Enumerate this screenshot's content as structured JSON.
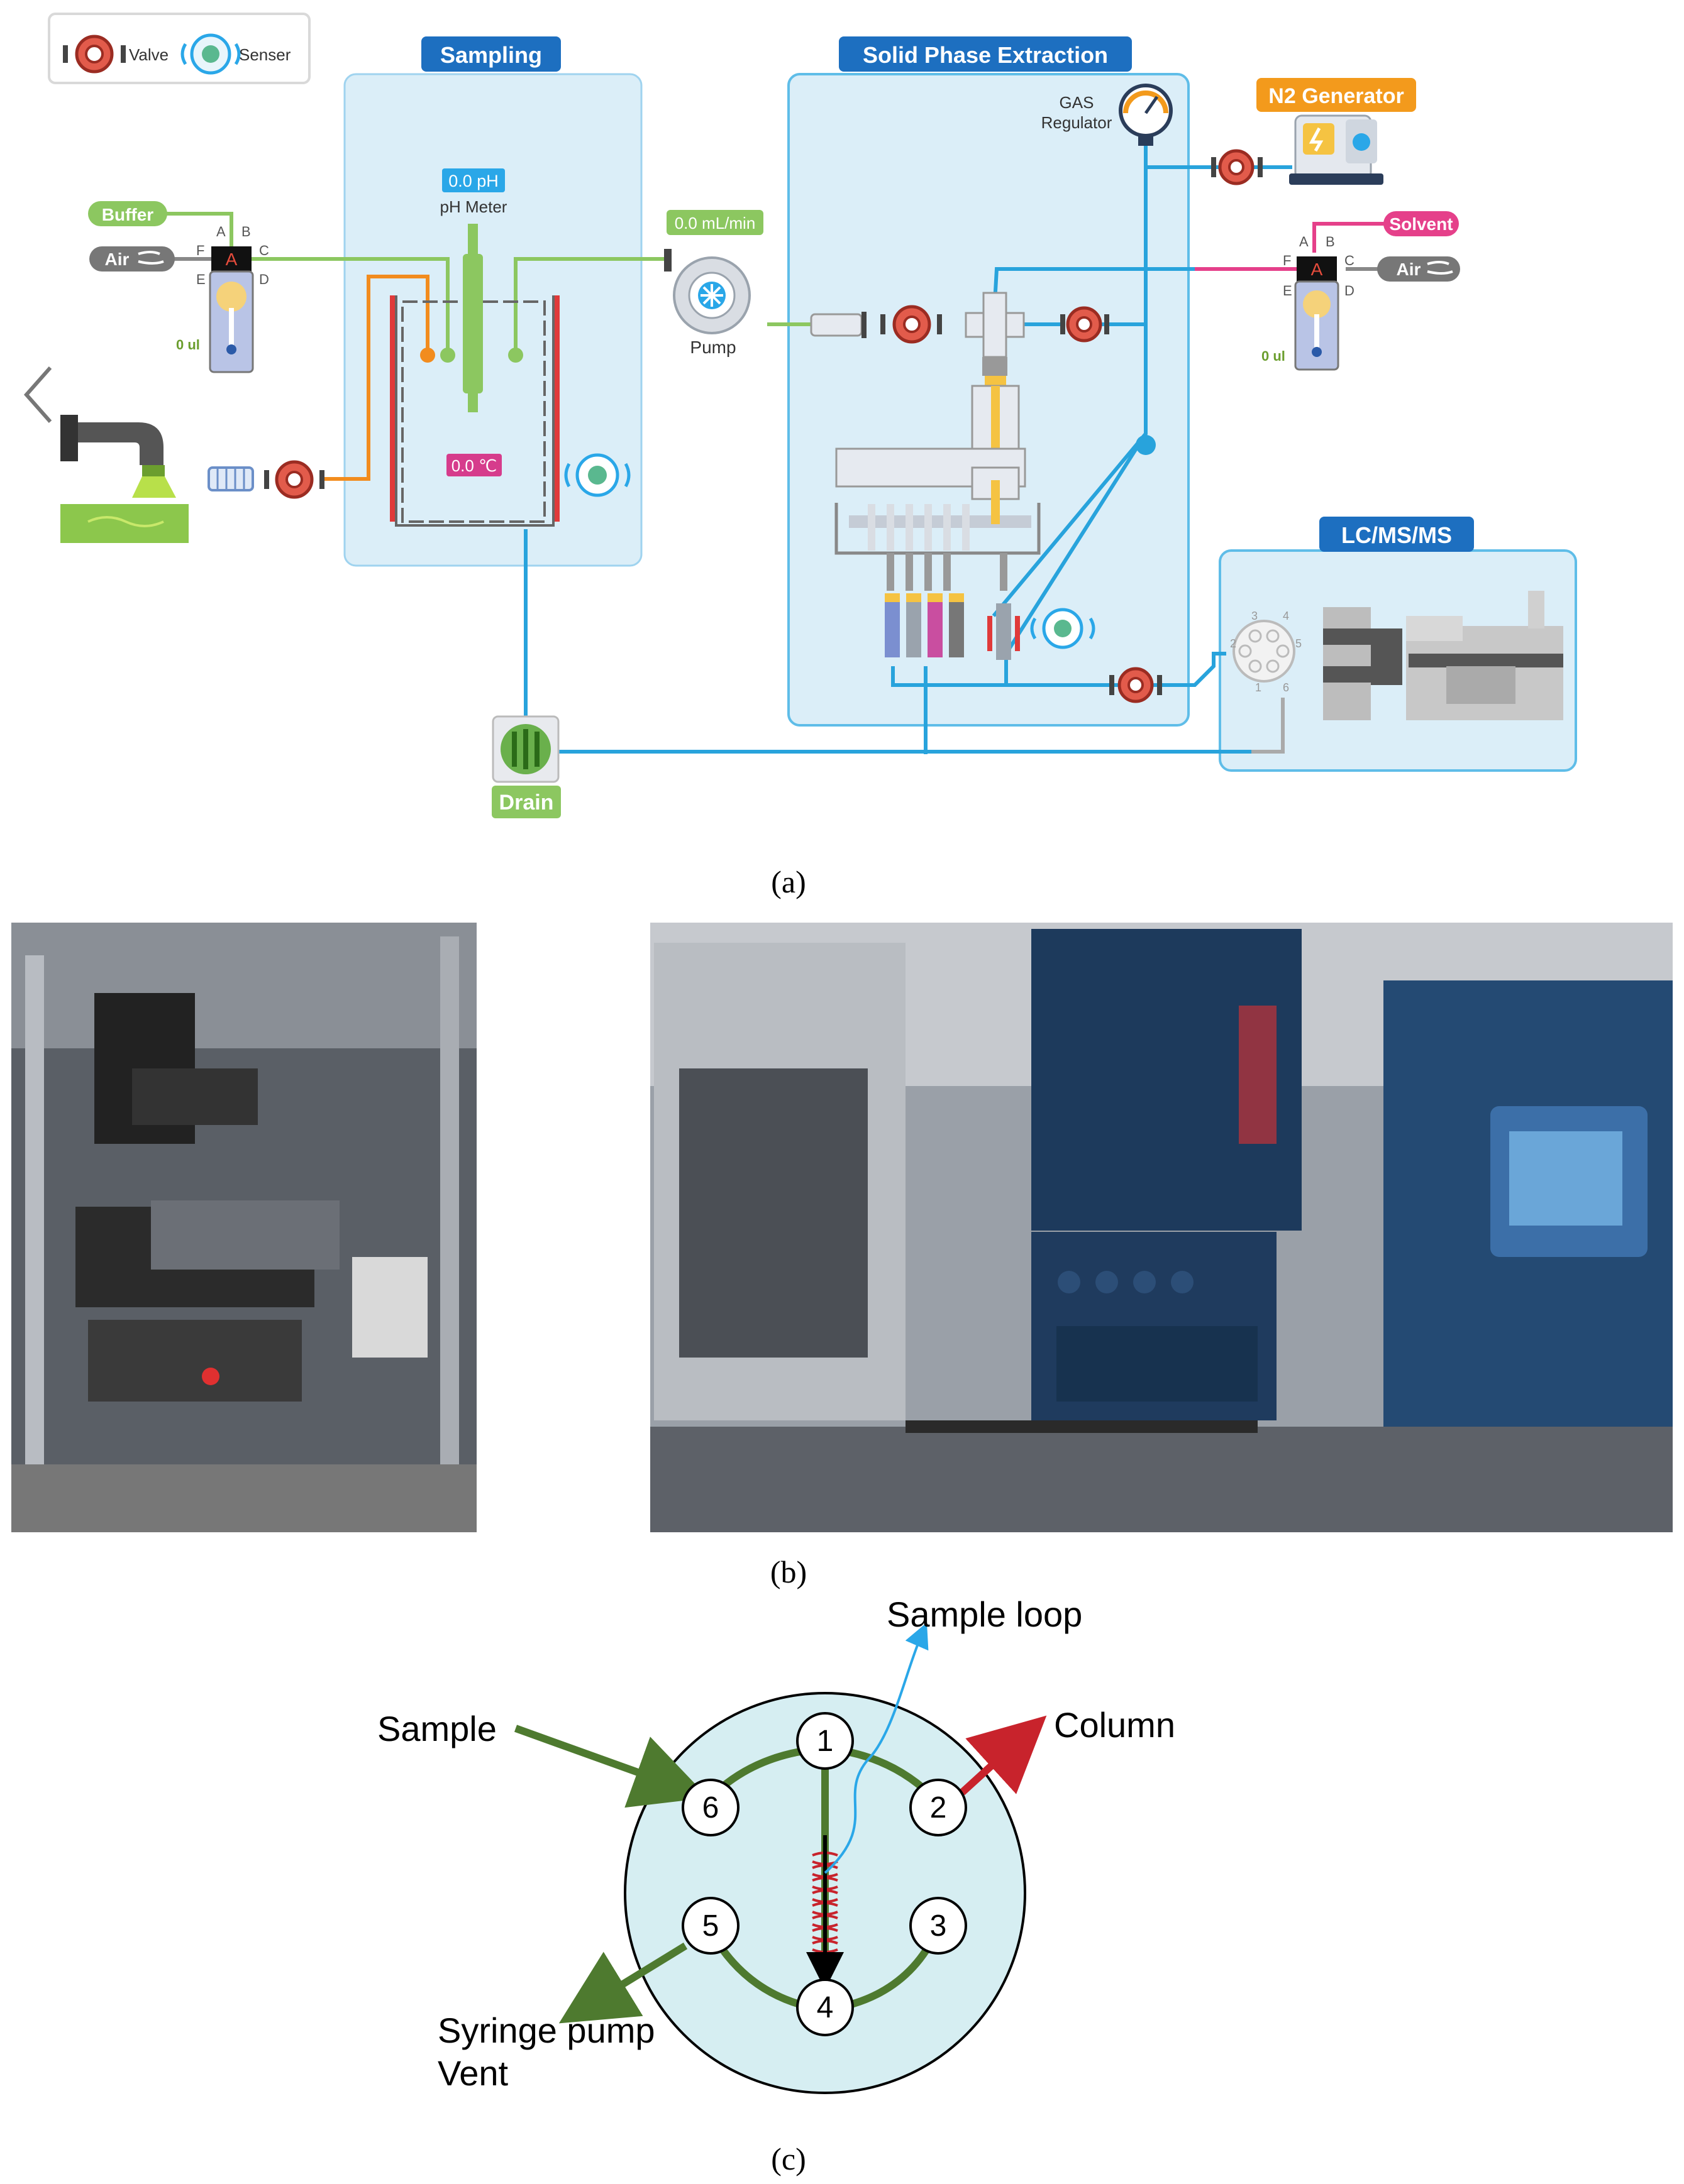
{
  "legend": {
    "valve": "Valve",
    "sensor": "Senser"
  },
  "panel_a": {
    "sampling": {
      "title": "Sampling",
      "ph_value": "0.0 pH",
      "ph_label": "pH Meter",
      "temp_value": "0.0 ℃"
    },
    "spe": {
      "title": "Solid Phase Extraction",
      "gas_regulator_line1": "GAS",
      "gas_regulator_line2": "Regulator"
    },
    "n2": "N2 Generator",
    "lcms": {
      "title": "LC/MS/MS",
      "ports": [
        "3",
        "4",
        "2",
        "5",
        "1",
        "6"
      ]
    },
    "pump": {
      "rate": "0.0 mL/min",
      "label": "Pump"
    },
    "drain": "Drain",
    "left_valve": {
      "buffer": "Buffer",
      "air": "Air",
      "ports": [
        "A",
        "B",
        "C",
        "D",
        "E",
        "F"
      ],
      "position": "A",
      "volume": "0 ul"
    },
    "right_valve": {
      "solvent": "Solvent",
      "air": "Air",
      "ports": [
        "A",
        "B",
        "C",
        "D",
        "E",
        "F"
      ],
      "position": "A",
      "volume": "0 ul"
    }
  },
  "captions": {
    "a": "(a)",
    "b": "(b)",
    "c": "(c)"
  },
  "panel_c": {
    "sample": "Sample",
    "sample_loop": "Sample loop",
    "column": "Column",
    "syringe_line1": "Syringe pump",
    "syringe_line2": "Vent",
    "ports": [
      "1",
      "2",
      "3",
      "4",
      "5",
      "6"
    ]
  },
  "colors": {
    "sampling_bg": "#dbeef8",
    "header_blue": "#1d6fc0",
    "pipe_blue": "#28a3dc",
    "pipe_green": "#8cc760",
    "pipe_orange": "#f28c1e",
    "pipe_pink": "#e5408a",
    "n2_orange": "#f39a1c",
    "valve_red": "#c0392b",
    "flow_green": "#4e7a2f"
  }
}
